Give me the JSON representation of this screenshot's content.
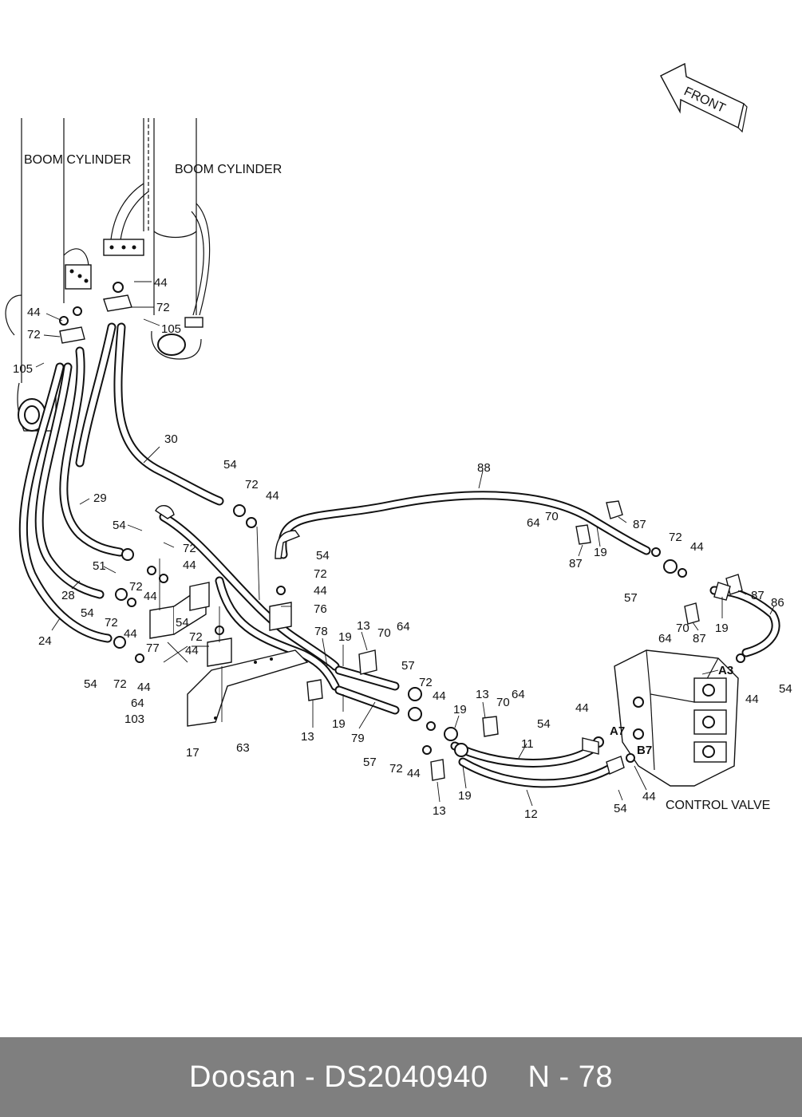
{
  "labels": {
    "boom_cylinder_left": "BOOM CYLINDER",
    "boom_cylinder_right": "BOOM CYLINDER",
    "front": "FRONT",
    "control_valve": "CONTROL VALVE",
    "port_a3": "A3",
    "port_a7": "A7",
    "port_b7": "B7"
  },
  "callouts": [
    "44",
    "72",
    "105",
    "44",
    "72",
    "105",
    "30",
    "29",
    "28",
    "24",
    "54",
    "72",
    "44",
    "54",
    "72",
    "44",
    "51",
    "72",
    "44",
    "54",
    "72",
    "44",
    "54",
    "72",
    "44",
    "54",
    "72",
    "44",
    "77",
    "76",
    "44",
    "72",
    "54",
    "78",
    "13",
    "19",
    "70",
    "64",
    "57",
    "72",
    "44",
    "19",
    "79",
    "13",
    "57",
    "72",
    "44",
    "64",
    "103",
    "17",
    "63",
    "88",
    "64",
    "70",
    "87",
    "19",
    "87",
    "72",
    "44",
    "57",
    "87",
    "86",
    "64",
    "70",
    "87",
    "19",
    "A3",
    "54",
    "44",
    "13",
    "70",
    "64",
    "19",
    "54",
    "11",
    "44",
    "A7",
    "B7",
    "19",
    "13",
    "12",
    "44",
    "54",
    "72",
    "44"
  ],
  "footer": {
    "brand_part": "Doosan - DS2040940",
    "page_ref": "N - 78"
  }
}
